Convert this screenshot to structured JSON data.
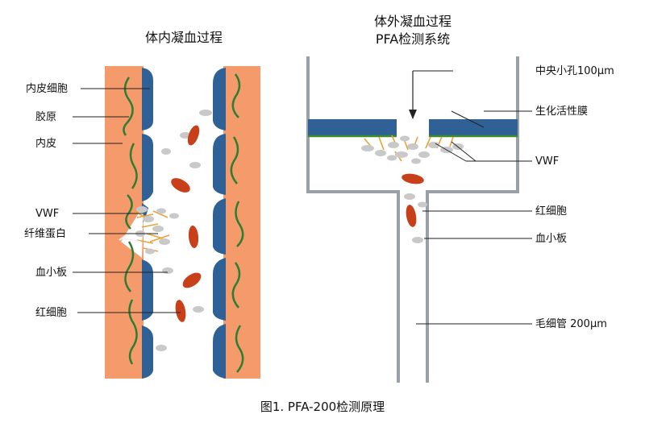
{
  "in_vivo": {
    "title": "体内凝血过程",
    "labels": {
      "endothelial_cell": "内皮细胞",
      "collagen": "胶原",
      "endothelium": "内皮",
      "vwf": "VWF",
      "fibrin": "纤维蛋白",
      "platelet": "血小板",
      "red_blood_cell": "红细胞"
    }
  },
  "in_vitro": {
    "title_line1": "体外凝血过程",
    "title_line2": "PFA检测系统",
    "labels": {
      "aperture": "中央小孔100μm",
      "membrane": "生化活性膜",
      "vwf": "VWF",
      "red_blood_cell": "红细胞",
      "platelet": "血小板",
      "capillary": "毛细管 200μm"
    }
  },
  "caption": "图1. PFA-200检测原理",
  "colors": {
    "vessel_wall": "#f59a6b",
    "endothelium": "#2f6196",
    "collagen": "#2e7d32",
    "red_cell": "#c8401a",
    "platelet": "#c9c9c9",
    "vwf": "#e8a23a",
    "tube": "#9aa0a8",
    "membrane_line": "#3a8a2e"
  }
}
